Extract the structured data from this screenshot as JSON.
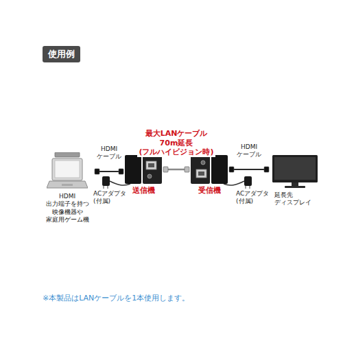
{
  "diagram": {
    "title": "使用例",
    "nodes": [
      {
        "text": [
          "HDMI 出力端子を持つ 映像機器や 家庭用ゲーム機"
        ]
      },
      {
        "text": [
          "送信機"
        ]
      },
      {
        "text": [
          "受信機"
        ]
      },
      {
        "text": [
          "延長先 ディスプレイ"
        ]
      }
    ],
    "edges": [
      {
        "from": 0,
        "to": 1,
        "arrow": "none",
        "label": "HDMI ケーブル"
      },
      {
        "from": 1,
        "to": 2,
        "arrow": "none",
        "label": "最大LANケーブル 70m延長 (フルハイビジョン時)"
      },
      {
        "from": 2,
        "to": 3,
        "arrow": "none",
        "label": "HDMI ケーブル"
      }
    ],
    "labels": [
      "ACアダプタ (付属)",
      "ACアダプタ (付属)",
      "※本製品はLANケーブルを1本使用します。"
    ]
  }
}
